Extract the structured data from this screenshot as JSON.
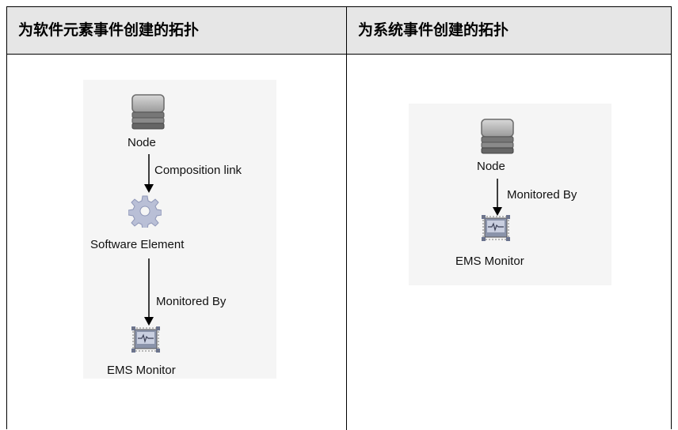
{
  "headers": {
    "left": "为软件元素事件创建的拓扑",
    "right": "为系统事件创建的拓扑"
  },
  "left_diagram": {
    "node": "Node",
    "edge1": "Composition link",
    "software": "Software Element",
    "edge2": "Monitored By",
    "ems": "EMS Monitor"
  },
  "right_diagram": {
    "node": "Node",
    "edge1": "Monitored By",
    "ems": "EMS Monitor"
  },
  "icons": {
    "node": "server-stack-icon",
    "software": "gear-icon",
    "ems": "monitor-icon"
  }
}
